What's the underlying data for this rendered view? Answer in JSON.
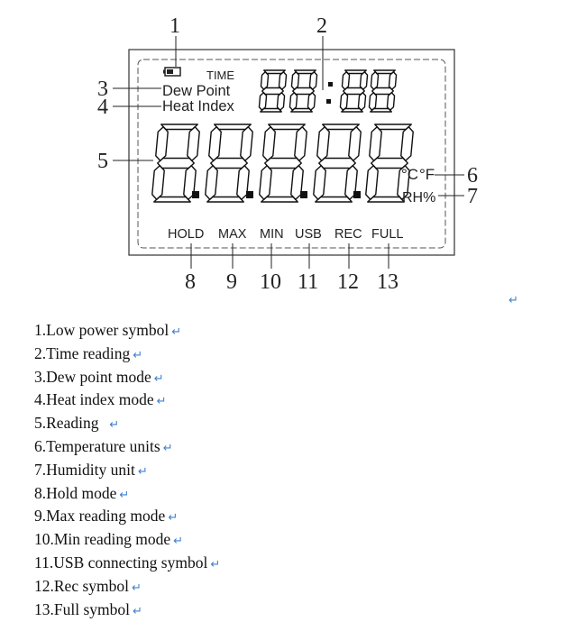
{
  "display": {
    "time_label": "TIME",
    "dew_point": "Dew Point",
    "heat_index": "Heat Index",
    "unit_c": "°C",
    "unit_f": "°F",
    "unit_rh": "RH%",
    "modes": [
      "HOLD",
      "MAX",
      "MIN",
      "USB",
      "REC",
      "FULL"
    ]
  },
  "callouts": [
    "1",
    "2",
    "3",
    "4",
    "5",
    "6",
    "7",
    "8",
    "9",
    "10",
    "11",
    "12",
    "13"
  ],
  "legend": [
    "1.Low power symbol",
    "2.Time reading",
    "3.Dew point mode",
    "4.Heat index mode",
    "5.Reading  ",
    "6.Temperature units",
    "7.Humidity unit",
    "8.Hold mode",
    "9.Max reading mode",
    "10.Min reading mode",
    "11.USB connecting symbol",
    "12.Rec symbol",
    "13.Full symbol"
  ],
  "return_glyph": "↵",
  "colors": {
    "line": "#222222",
    "return_mark": "#3d7fd0"
  }
}
